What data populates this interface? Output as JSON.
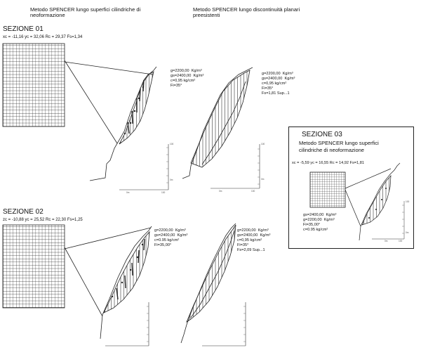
{
  "headers": {
    "left": "Metodo SPENCER lungo superfici cilindriche di\nneoformazione",
    "right": "Metodo SPENCER lungo discontinuità planari\npreesistenti"
  },
  "sections": [
    {
      "title": "SEZIONE 01",
      "info": "xc = -11,16 yc = 32,06 Rc = 29,37 Fs=1,34",
      "params_cyl": "g=2200,00  Kg/m³\ngs=2400,00  Kg/m³\nc=0,95 kg/cm²\nFi=35°",
      "params_plan": "g=2200,00  Kg/m³\ngs=2400,00  Kg/m³\nc=0,95 kg/cm²\nFi=35°\nFs=1,81 Sup...1"
    },
    {
      "title": "SEZIONE 02",
      "info": "zc = -10,88 yc = 25,52 Rc = 22,30 Fs=1,25",
      "params_cyl": "g=2200,00  Kg/m³\ngs=2400,00  Kg/m³\nc=0.95 kg/cm²\nFi=35,00°",
      "params_plan": "g=2200,00  Kg/m³\ngs=2400,00  Kg/m³\nc=0,95 kg/cm²\nFi=35°\nFs=2,09 Sup...1"
    },
    {
      "title": "SEZIONE 03",
      "subtitle": "Metodo SPENCER lungo superfici\ncilindriche di neoformazione",
      "info": "xc = -5,59 yc = 16,55 Rc = 14,92 Fs=1,81",
      "params_cyl": "gs=2400,00  Kg/m³\ng=2200,00  Kg/m³\nFi=35,00°\nc=0.95 kg/cm²"
    }
  ],
  "axis_ticks": {
    "y_top": "100",
    "y_bottom": "0m",
    "x_mid": "0m",
    "x_right": "100"
  }
}
